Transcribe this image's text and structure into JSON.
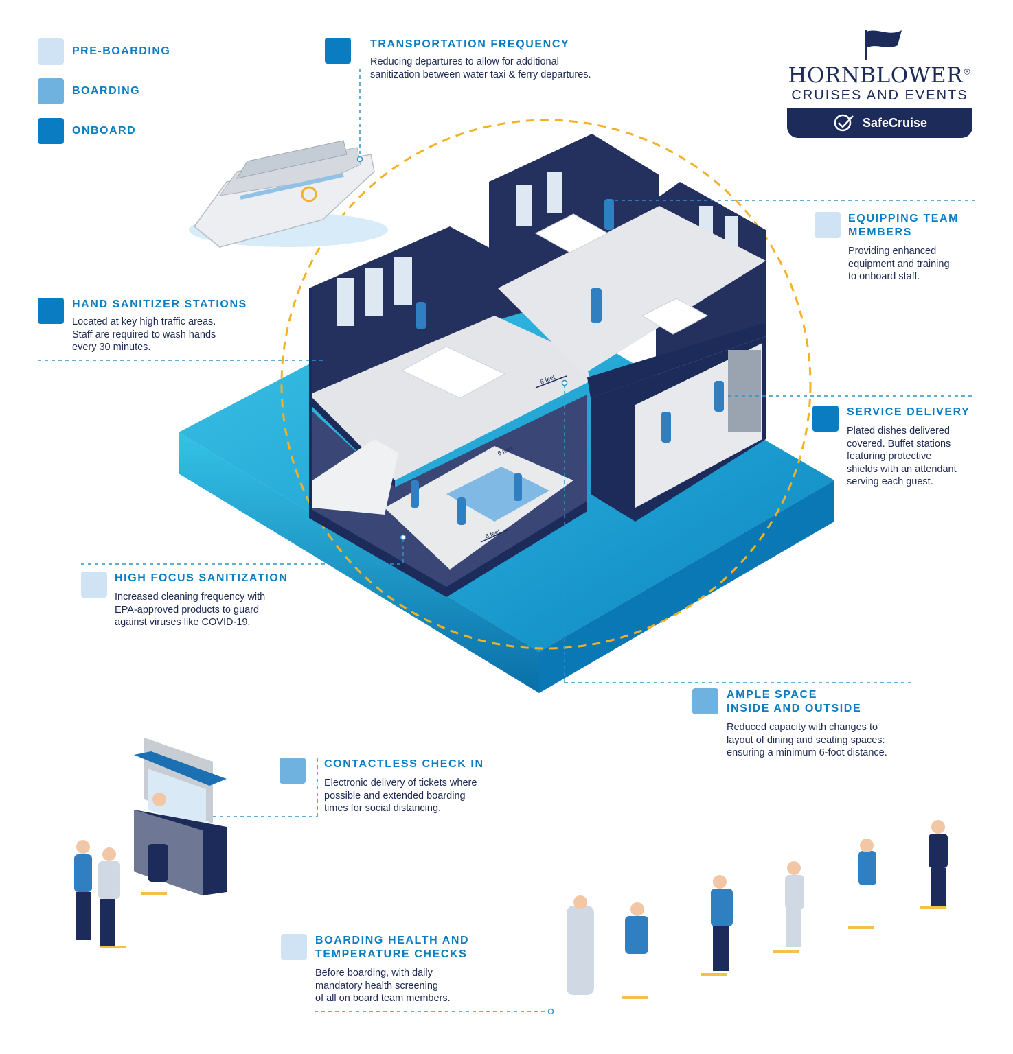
{
  "legend": [
    {
      "label": "PRE-BOARDING",
      "color": "#cfe3f4"
    },
    {
      "label": "BOARDING",
      "color": "#6fb2e0"
    },
    {
      "label": "ONBOARD",
      "color": "#0a7cc1"
    }
  ],
  "logo": {
    "brand_line1": "HORNBLOWER",
    "brand_mark": "®",
    "brand_line2": "CRUISES AND EVENTS",
    "badge": "SafeCruise"
  },
  "callouts": {
    "transportation": {
      "title": "TRANSPORTATION FREQUENCY",
      "body_lines": [
        "Reducing departures to allow for additional",
        "sanitization between water taxi & ferry departures."
      ]
    },
    "equipping": {
      "title_lines": [
        "EQUIPPING TEAM",
        "MEMBERS"
      ],
      "body_lines": [
        "Providing enhanced",
        "equipment and training",
        "to onboard staff."
      ]
    },
    "hand_sanitizer": {
      "title": "HAND SANITIZER STATIONS",
      "body_lines": [
        "Located at key high traffic areas.",
        "Staff are required to wash hands",
        "every 30 minutes."
      ]
    },
    "service": {
      "title": "SERVICE DELIVERY",
      "body_lines": [
        "Plated dishes delivered",
        "covered. Buffet stations",
        "featuring protective",
        "shields with an attendant",
        "serving each guest."
      ]
    },
    "high_focus": {
      "title": "HIGH FOCUS SANITIZATION",
      "body_lines": [
        "Increased cleaning frequency with",
        "EPA-approved products to guard",
        "against viruses like COVID-19."
      ]
    },
    "ample": {
      "title_lines": [
        "AMPLE SPACE",
        "INSIDE AND OUTSIDE"
      ],
      "body_lines": [
        "Reduced capacity with changes to",
        "layout of dining and seating spaces:",
        "ensuring a minimum 6-foot distance."
      ]
    },
    "contactless": {
      "title": "CONTACTLESS CHECK IN",
      "body_lines": [
        "Electronic delivery of tickets where",
        "possible and extended boarding",
        "times for social distancing."
      ]
    },
    "boarding_health": {
      "title_lines": [
        "BOARDING HEALTH AND",
        "TEMPERATURE CHECKS"
      ],
      "body_lines": [
        "Before boarding, with daily",
        "mandatory health screening",
        "of all on board team members."
      ]
    }
  },
  "distance_labels": [
    "6 feet",
    "6 feet",
    "6 feet"
  ],
  "colors": {
    "navy": "#1d2b5a",
    "accent_blue": "#0a7cc1",
    "water": "#1aa3d6",
    "dashed_orange": "#f3b126",
    "floor": "#e6e7ea"
  }
}
